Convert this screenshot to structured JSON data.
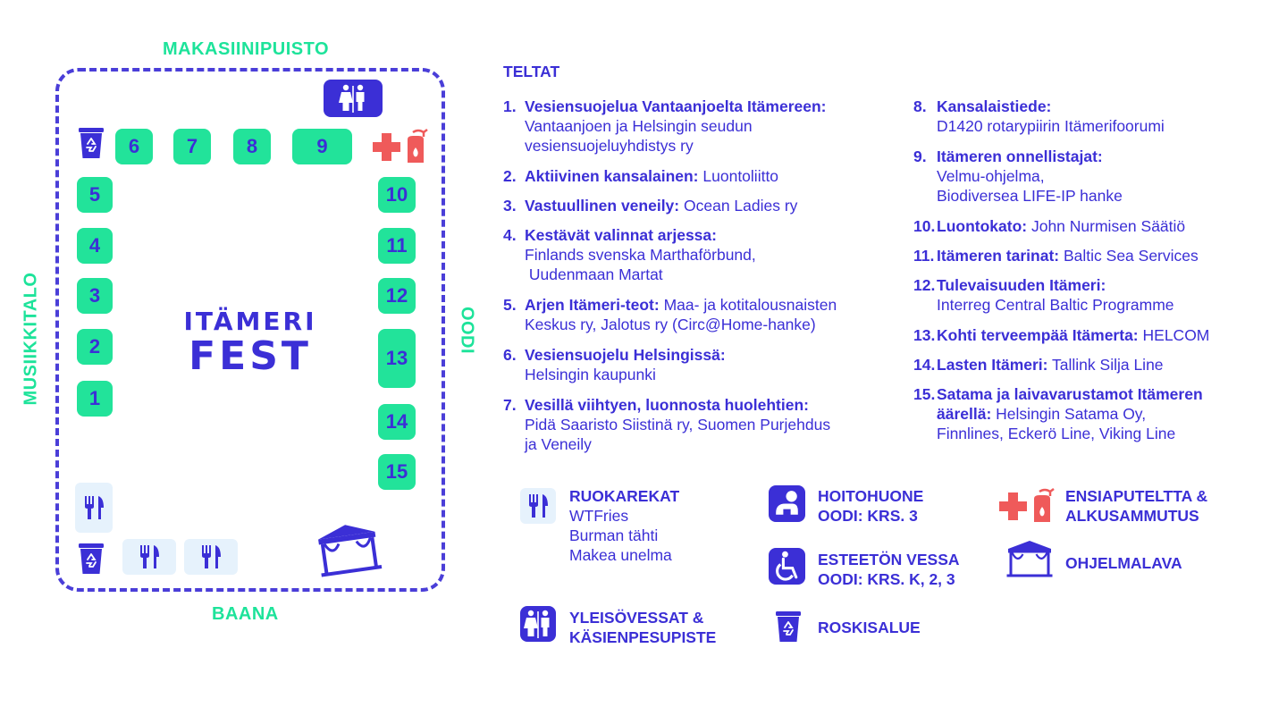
{
  "map": {
    "labels": {
      "top": "MAKASIINIPUISTO",
      "bottom": "BAANA",
      "left": "MUSIIKKITALO",
      "right": "OODI"
    },
    "logo": {
      "line1": "ITÄMERI",
      "line2": "FEST"
    },
    "tents": [
      "1",
      "2",
      "3",
      "4",
      "5",
      "6",
      "7",
      "8",
      "9",
      "10",
      "11",
      "12",
      "13",
      "14",
      "15"
    ]
  },
  "list": {
    "heading": "TELTAT",
    "items": [
      {
        "num": "1.",
        "title": "Vesiensuojelua Vantaanjoelta Itämereen:",
        "lines": [
          "Vantaanjoen ja Helsingin seudun",
          "vesiensuojeluyhdistys ry"
        ]
      },
      {
        "num": "2.",
        "title": "Aktiivinen kansalainen:",
        "inline": "Luontoliitto"
      },
      {
        "num": "3.",
        "title": "Vastuullinen veneily:",
        "inline": "Ocean Ladies ry"
      },
      {
        "num": "4.",
        "title": "Kestävät valinnat arjessa:",
        "lines": [
          "Finlands svenska Marthaförbund,",
          " Uudenmaan Martat"
        ]
      },
      {
        "num": "5.",
        "title": "Arjen Itämeri-teot:",
        "inline": "Maa- ja kotitalousnaisten",
        "lines": [
          "Keskus ry, Jalotus ry (Circ@Home-hanke)"
        ]
      },
      {
        "num": "6.",
        "title": "Vesiensuojelu Helsingissä:",
        "lines": [
          "Helsingin kaupunki"
        ]
      },
      {
        "num": "7.",
        "title": "Vesillä viihtyen, luonnosta huolehtien:",
        "lines": [
          "Pidä Saaristo Siistinä ry, Suomen Purjehdus",
          "ja Veneily"
        ]
      },
      {
        "num": "8.",
        "title": "Kansalaistiede:",
        "lines": [
          "D1420 rotarypiirin Itämerifoorumi"
        ]
      },
      {
        "num": "9.",
        "title": "Itämeren onnellistajat:",
        "lines": [
          "Velmu-ohjelma,",
          "Biodiversea LIFE-IP hanke"
        ]
      },
      {
        "num": "10.",
        "title": "Luontokato:",
        "inline": "John Nurmisen Säätiö"
      },
      {
        "num": "11.",
        "title": "Itämeren tarinat:",
        "inline": "Baltic Sea Services"
      },
      {
        "num": "12.",
        "title": "Tulevaisuuden Itämeri:",
        "lines": [
          "Interreg Central Baltic Programme"
        ]
      },
      {
        "num": "13.",
        "title": "Kohti terveempää Itämerta:",
        "inline": "HELCOM"
      },
      {
        "num": "14.",
        "title": "Lasten Itämeri:",
        "inline": "Tallink Silja Line"
      },
      {
        "num": "15.",
        "title": "Satama ja laivavarustamot Itämeren",
        "title2": " äärellä:",
        "inline": "Helsingin Satama Oy,",
        "lines": [
          "Finnlines, Eckerö Line, Viking Line"
        ]
      }
    ]
  },
  "legend": {
    "food": {
      "title": "RUOKAREKAT",
      "lines": [
        "WTFries",
        "Burman tähti",
        "Makea unelma"
      ]
    },
    "toilets": {
      "title1": "YLEISÖVESSAT &",
      "title2": "KÄSIENPESUPISTE"
    },
    "nursing": {
      "title1": "HOITOHUONE",
      "title2": "OODI: KRS. 3"
    },
    "accessible": {
      "title1": "ESTEETÖN VESSA",
      "title2": "OODI: KRS. K, 2, 3"
    },
    "trash": {
      "title": "ROSKISALUE"
    },
    "firstaid": {
      "title1": "ENSIAPUTELTTA &",
      "title2": "ALKUSAMMUTUS"
    },
    "stage": {
      "title": "OHJELMALAVA"
    }
  },
  "colors": {
    "primary": "#3b2fd6",
    "accent": "#22e39a",
    "red": "#ef5a5a",
    "food_bg": "#e6f2fc"
  }
}
